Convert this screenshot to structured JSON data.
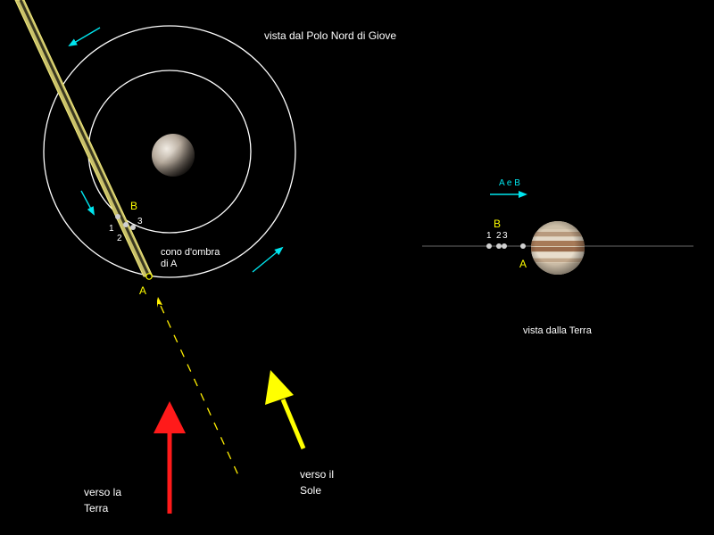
{
  "top_view": {
    "title": "vista dal Polo Nord di Giove",
    "moon_b_label": "B",
    "moon_a_label": "A",
    "positions": [
      "1",
      "2",
      "3"
    ],
    "shadow_label_line1": "cono d'ombra",
    "shadow_label_line2": "di A"
  },
  "earth_view": {
    "title": "vista dalla Terra",
    "motion_label": "A e B",
    "moon_b_label": "B",
    "moon_a_label": "A",
    "positions": [
      "1",
      "2",
      "3"
    ]
  },
  "directions": {
    "earth_line1": "verso la",
    "earth_line2": "Terra",
    "sun_line1": "verso il",
    "sun_line2": "Sole"
  },
  "colors": {
    "background": "#000000",
    "orbit": "#ffffff",
    "moon_label": "#ffff00",
    "motion_arrow": "#00e5ee",
    "earth_arrow": "#ff1a1a",
    "sun_arrow": "#ffff00",
    "shadow_cone": "#c8c06a"
  }
}
